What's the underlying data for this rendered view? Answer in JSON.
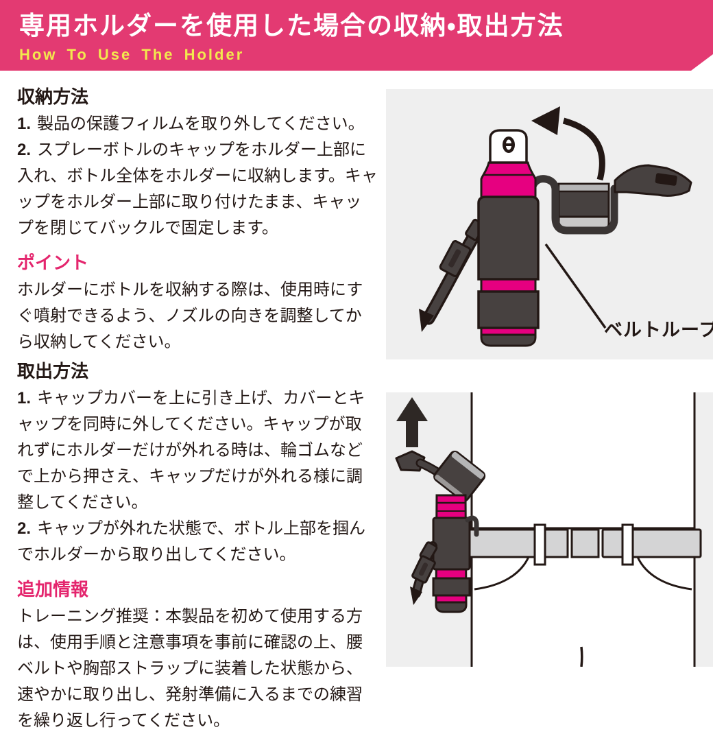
{
  "banner": {
    "title": "専用ホルダーを使用した場合の収納・取出方法",
    "subtitle": "How To Use The Holder"
  },
  "sections": {
    "storage": {
      "heading": "収納方法",
      "steps": [
        {
          "num": "1.",
          "text": "製品の保護フィルムを取り外してください。"
        },
        {
          "num": "2.",
          "text": "スプレーボトルのキャップをホルダー上部に入れ、ボトル全体をホルダーに収納します。キャップをホルダー上部に取り付けたまま、キャップを閉じてバックルで固定します。"
        }
      ]
    },
    "point": {
      "heading": "ポイント",
      "body": "ホルダーにボトルを収納する際は、使用時にすぐ噴射できるよう、ノズルの向きを調整してから収納してください。"
    },
    "removal": {
      "heading": "取出方法",
      "steps": [
        {
          "num": "1.",
          "text": "キャップカバーを上に引き上げ、カバーとキャップを同時に外してください。キャップが取れずにホルダーだけが外れる時は、輪ゴムなどで上から押さえ、キャップだけが外れる様に調整してください。"
        },
        {
          "num": "2.",
          "text": "キャップが外れた状態で、ボトル上部を掴んでホルダーから取り出してください。"
        }
      ]
    },
    "additional": {
      "heading": "追加情報",
      "body": "トレーニング推奨：本製品を初めて使用する方は、使用手順と注意事項を事前に確認の上、腰ベルトや胸部ストラップに装着した状態から、速やかに取り出し、発射準備に入るまでの練習を繰り返し行ってください。"
    }
  },
  "illustrations": {
    "holder_diagram": {
      "label": "ベルトループ"
    },
    "waist_diagram": {
      "label": ""
    }
  },
  "colors": {
    "banner_pink": "#E33A72",
    "heading_pink": "#E4256D",
    "bottle_pink": "#E60080",
    "subtitle_yellow": "#F2E94E",
    "holder_dark": "#474140",
    "outline_black": "#231815",
    "panel_gray": "#EFEFEF",
    "belt_gray": "#D4D4D5",
    "metal_gray": "#B5B5B6"
  }
}
